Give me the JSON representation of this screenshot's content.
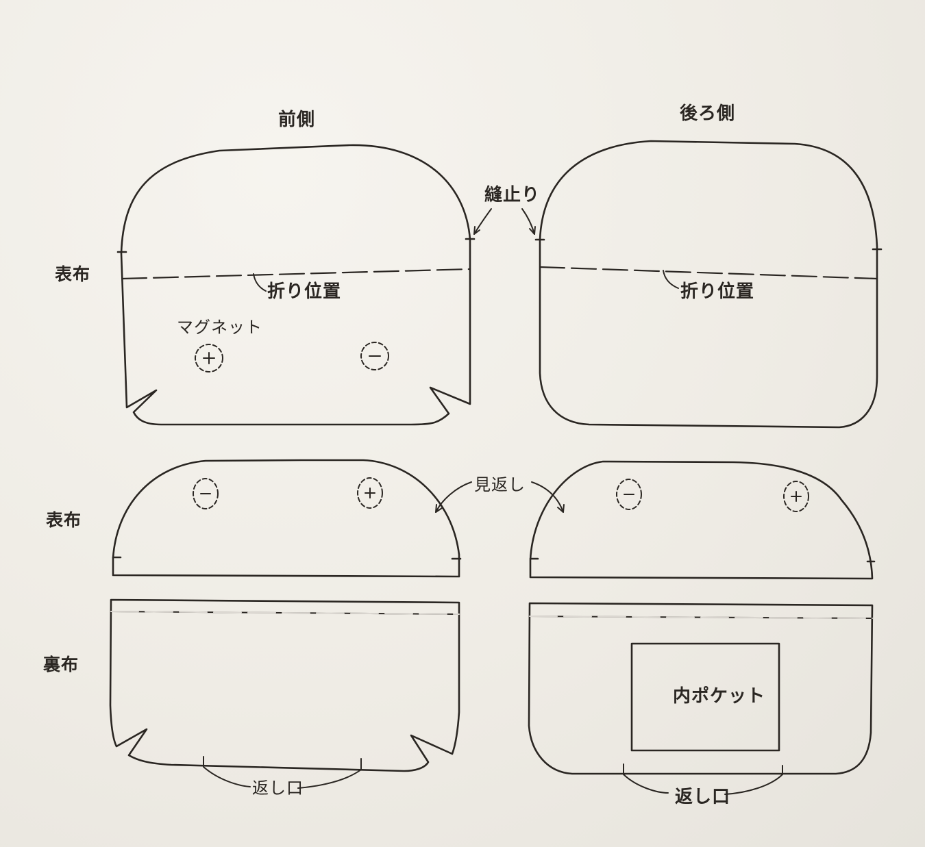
{
  "diagram": {
    "type": "sewing-pattern",
    "columns": {
      "front": "前側",
      "back": "後ろ側"
    },
    "rows": {
      "outer_top": "表布",
      "outer_facing": "表布",
      "lining": "裏布"
    },
    "annotations": {
      "stitch_stop": "縫止り",
      "fold_line_front": "折り位置",
      "fold_line_back": "折り位置",
      "magnet": "マグネット",
      "facing": "見返し",
      "inner_pocket": "内ポケット",
      "turning_opening_front": "返し口",
      "turning_opening_back": "返し口"
    },
    "magnet_marks": {
      "front_outer_left": "+",
      "front_outer_right": "−",
      "front_facing_left": "−",
      "front_facing_right": "+",
      "back_facing_left": "−",
      "back_facing_right": "+"
    },
    "colors": {
      "line": "#2a2622",
      "paper": "#efece5"
    }
  }
}
